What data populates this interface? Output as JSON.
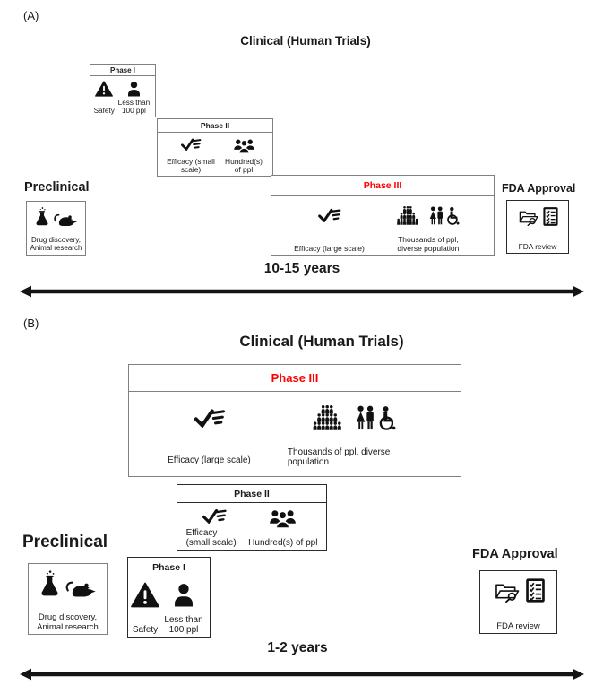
{
  "colors": {
    "phase3-red": "#ff0000",
    "border-gray": "#808080",
    "border-dark": "#2b2b2b",
    "arrow": "#141414",
    "text": "#1a1a1a"
  },
  "icons": {
    "warning-icon": "filled triangle with exclamation mark",
    "person-icon": "single person silhouette",
    "checkmark-list-icon": "bold check mark with three dashes",
    "people-group-icon": "three-person group silhouette",
    "crowd-pyramid-icon": "pyramid of many tiny people",
    "diverse-population-icon": "woman, man and wheelchair user",
    "flask-icon": "erlenmeyer flask with bubbles",
    "rat-icon": "lab rat silhouette",
    "folder-search-icon": "open folder with magnifying glass",
    "checklist-icon": "checklist document",
    "timeline-arrow": "double-headed horizontal arrow"
  },
  "panel_a": {
    "label": "(A)",
    "title": "Clinical (Human Trials)",
    "preclinical": {
      "heading": "Preclinical",
      "caption": "Drug discovery, Animal research"
    },
    "phase1": {
      "title": "Phase I",
      "safety": "Safety",
      "population": "Less than 100 ppl"
    },
    "phase2": {
      "title": "Phase II",
      "efficacy": "Efficacy (small scale)",
      "population": "Hundred(s) of ppl"
    },
    "phase3": {
      "title": "Phase III",
      "efficacy": "Efficacy (large scale)",
      "population": "Thousands of ppl, diverse population"
    },
    "fda": {
      "heading": "FDA Approval",
      "caption": "FDA review"
    },
    "duration": "10-15 years"
  },
  "panel_b": {
    "label": "(B)",
    "title": "Clinical (Human Trials)",
    "preclinical": {
      "heading": "Preclinical",
      "caption": "Drug discovery, Animal research"
    },
    "phase1": {
      "title": "Phase I",
      "safety": "Safety",
      "population": "Less than 100 ppl"
    },
    "phase2": {
      "title": "Phase II",
      "efficacy": "Efficacy (small scale)",
      "population": "Hundred(s) of ppl"
    },
    "phase3": {
      "title": "Phase III",
      "efficacy": "Efficacy (large scale)",
      "population": "Thousands of ppl, diverse population"
    },
    "fda": {
      "heading": "FDA Approval",
      "caption": "FDA review"
    },
    "duration": "1-2 years"
  }
}
